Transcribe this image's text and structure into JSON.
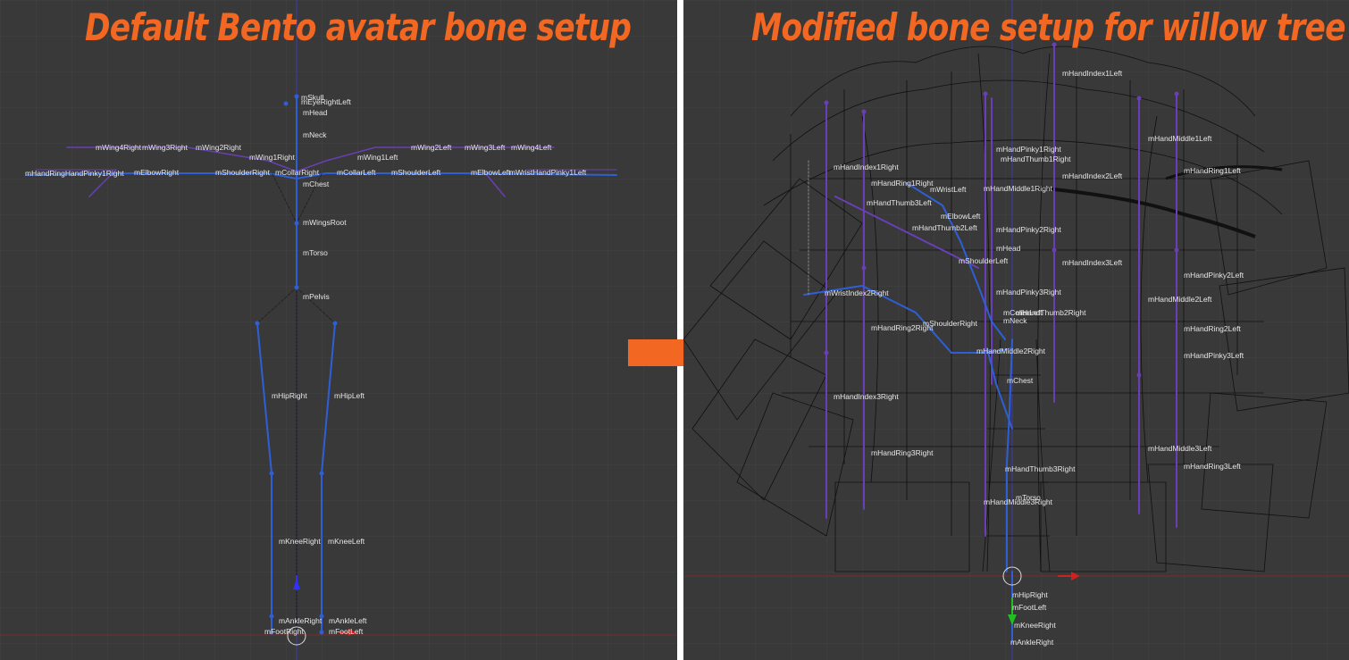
{
  "titles": {
    "left": "Default Bento avatar bone setup",
    "right": "Modified bone setup for willow tree"
  },
  "colors": {
    "title": "#f26722",
    "viewport_bg": "#393939",
    "grid": "#444444",
    "bone_blue": "#2f5fd6",
    "bone_purple": "#6a3fb5",
    "label": "#e6e6e6",
    "wire": "#101010",
    "axis_red": "#7a2a2a",
    "axis_blue": "#3a3ab0",
    "arrow": "#f26722"
  },
  "icons": {
    "transition_arrow": "arrow-right-icon"
  },
  "left_labels": [
    {
      "key": "mSkull",
      "text": "mSkull"
    },
    {
      "key": "mEyeRightLeft",
      "text": "mEyeRightLeft"
    },
    {
      "key": "mHead",
      "text": "mHead"
    },
    {
      "key": "mNeck",
      "text": "mNeck"
    },
    {
      "key": "mWing4Right",
      "text": "mWing4Right"
    },
    {
      "key": "mWing3Right",
      "text": "mWing3Right"
    },
    {
      "key": "mWing2Right",
      "text": "mWing2Right"
    },
    {
      "key": "mWing1Right",
      "text": "mWing1Right"
    },
    {
      "key": "mWing2Left",
      "text": "mWing2Left"
    },
    {
      "key": "mWing3Left",
      "text": "mWing3Left"
    },
    {
      "key": "mWing4Left",
      "text": "mWing4Left"
    },
    {
      "key": "mWing1Left",
      "text": "mWing1Left"
    },
    {
      "key": "mHandsRight",
      "text": "mHandRingHandPinky1Right"
    },
    {
      "key": "mElbowRight",
      "text": "mElbowRight"
    },
    {
      "key": "mShoulderRight",
      "text": "mShoulderRight"
    },
    {
      "key": "mCollarRight",
      "text": "mCollarRight"
    },
    {
      "key": "mCollarLeft",
      "text": "mCollarLeft"
    },
    {
      "key": "mShoulderLeft",
      "text": "mShoulderLeft"
    },
    {
      "key": "mElbowLeft",
      "text": "mElbowLeft"
    },
    {
      "key": "mHandsLeft",
      "text": "mWristHandPinky1Left"
    },
    {
      "key": "mChest",
      "text": "mChest"
    },
    {
      "key": "mWingsRoot",
      "text": "mWingsRoot"
    },
    {
      "key": "mTorso",
      "text": "mTorso"
    },
    {
      "key": "mPelvis",
      "text": "mPelvis"
    },
    {
      "key": "mHipRight",
      "text": "mHipRight"
    },
    {
      "key": "mHipLeft",
      "text": "mHipLeft"
    },
    {
      "key": "mKneeRight",
      "text": "mKneeRight"
    },
    {
      "key": "mKneeLeft",
      "text": "mKneeLeft"
    },
    {
      "key": "mAnkleRight",
      "text": "mAnkleRight"
    },
    {
      "key": "mAnkleLeft",
      "text": "mAnkleLeft"
    },
    {
      "key": "mFootRight",
      "text": "mFootRight"
    },
    {
      "key": "mFootLeft",
      "text": "mFootLeft"
    }
  ],
  "right_labels": [
    {
      "key": "mHandIndex1Left",
      "text": "mHandIndex1Left"
    },
    {
      "key": "mHandMiddle1Left",
      "text": "mHandMiddle1Left"
    },
    {
      "key": "mHandPinky1Right",
      "text": "mHandPinky1Right"
    },
    {
      "key": "mHandThumb1Right",
      "text": "mHandThumb1Right"
    },
    {
      "key": "mHandIndex1Right",
      "text": "mHandIndex1Right"
    },
    {
      "key": "mHandRing1Left",
      "text": "mHandRing1Left"
    },
    {
      "key": "mHandRing1Right",
      "text": "mHandRing1Right"
    },
    {
      "key": "mWristLeft",
      "text": "mWristLeft"
    },
    {
      "key": "mHandMiddle1Right",
      "text": "mHandMiddle1Right"
    },
    {
      "key": "mHandIndex2Left",
      "text": "mHandIndex2Left"
    },
    {
      "key": "mHandThumb3Left",
      "text": "mHandThumb3Left"
    },
    {
      "key": "mElbowLeft",
      "text": "mElbowLeft"
    },
    {
      "key": "mHandThumb2Left",
      "text": "mHandThumb2Left"
    },
    {
      "key": "mHandPinky2Right",
      "text": "mHandPinky2Right"
    },
    {
      "key": "mHead",
      "text": "mHead"
    },
    {
      "key": "mShoulderLeft",
      "text": "mShoulderLeft"
    },
    {
      "key": "mHandIndex3Left",
      "text": "mHandIndex3Left"
    },
    {
      "key": "mHandPinky2Left",
      "text": "mHandPinky2Left"
    },
    {
      "key": "mWristRight",
      "text": "mWristIndex2Right"
    },
    {
      "key": "mHandPinky3Right",
      "text": "mHandPinky3Right"
    },
    {
      "key": "mHandMiddle2Left",
      "text": "mHandMiddle2Left"
    },
    {
      "key": "mCollarLeft",
      "text": "mCollarLeft"
    },
    {
      "key": "mHandThumb2Right",
      "text": "mHandThumb2Right"
    },
    {
      "key": "mNeck",
      "text": "mNeck"
    },
    {
      "key": "mShoulderRight",
      "text": "mShoulderRight"
    },
    {
      "key": "mHandRing2Right",
      "text": "mHandRing2Right"
    },
    {
      "key": "mHandRing2Left",
      "text": "mHandRing2Left"
    },
    {
      "key": "mHandMiddle2Right",
      "text": "mHandMiddle2Right"
    },
    {
      "key": "mHandPinky3Left",
      "text": "mHandPinky3Left"
    },
    {
      "key": "mChest",
      "text": "mChest"
    },
    {
      "key": "mHandIndex3Right",
      "text": "mHandIndex3Right"
    },
    {
      "key": "mHandMiddle3Left",
      "text": "mHandMiddle3Left"
    },
    {
      "key": "mHandRing3Right",
      "text": "mHandRing3Right"
    },
    {
      "key": "mHandRing3Left",
      "text": "mHandRing3Left"
    },
    {
      "key": "mHandThumb3Right",
      "text": "mHandThumb3Right"
    },
    {
      "key": "mTorso",
      "text": "mTorso"
    },
    {
      "key": "mHandMiddle3Right",
      "text": "mHandMiddle3Right"
    },
    {
      "key": "mHipRight",
      "text": "mHipRight"
    },
    {
      "key": "mFootLeft",
      "text": "mFootLeft"
    },
    {
      "key": "mKneeRight",
      "text": "mKneeRight"
    },
    {
      "key": "mAnkleRight",
      "text": "mAnkleRight"
    }
  ]
}
